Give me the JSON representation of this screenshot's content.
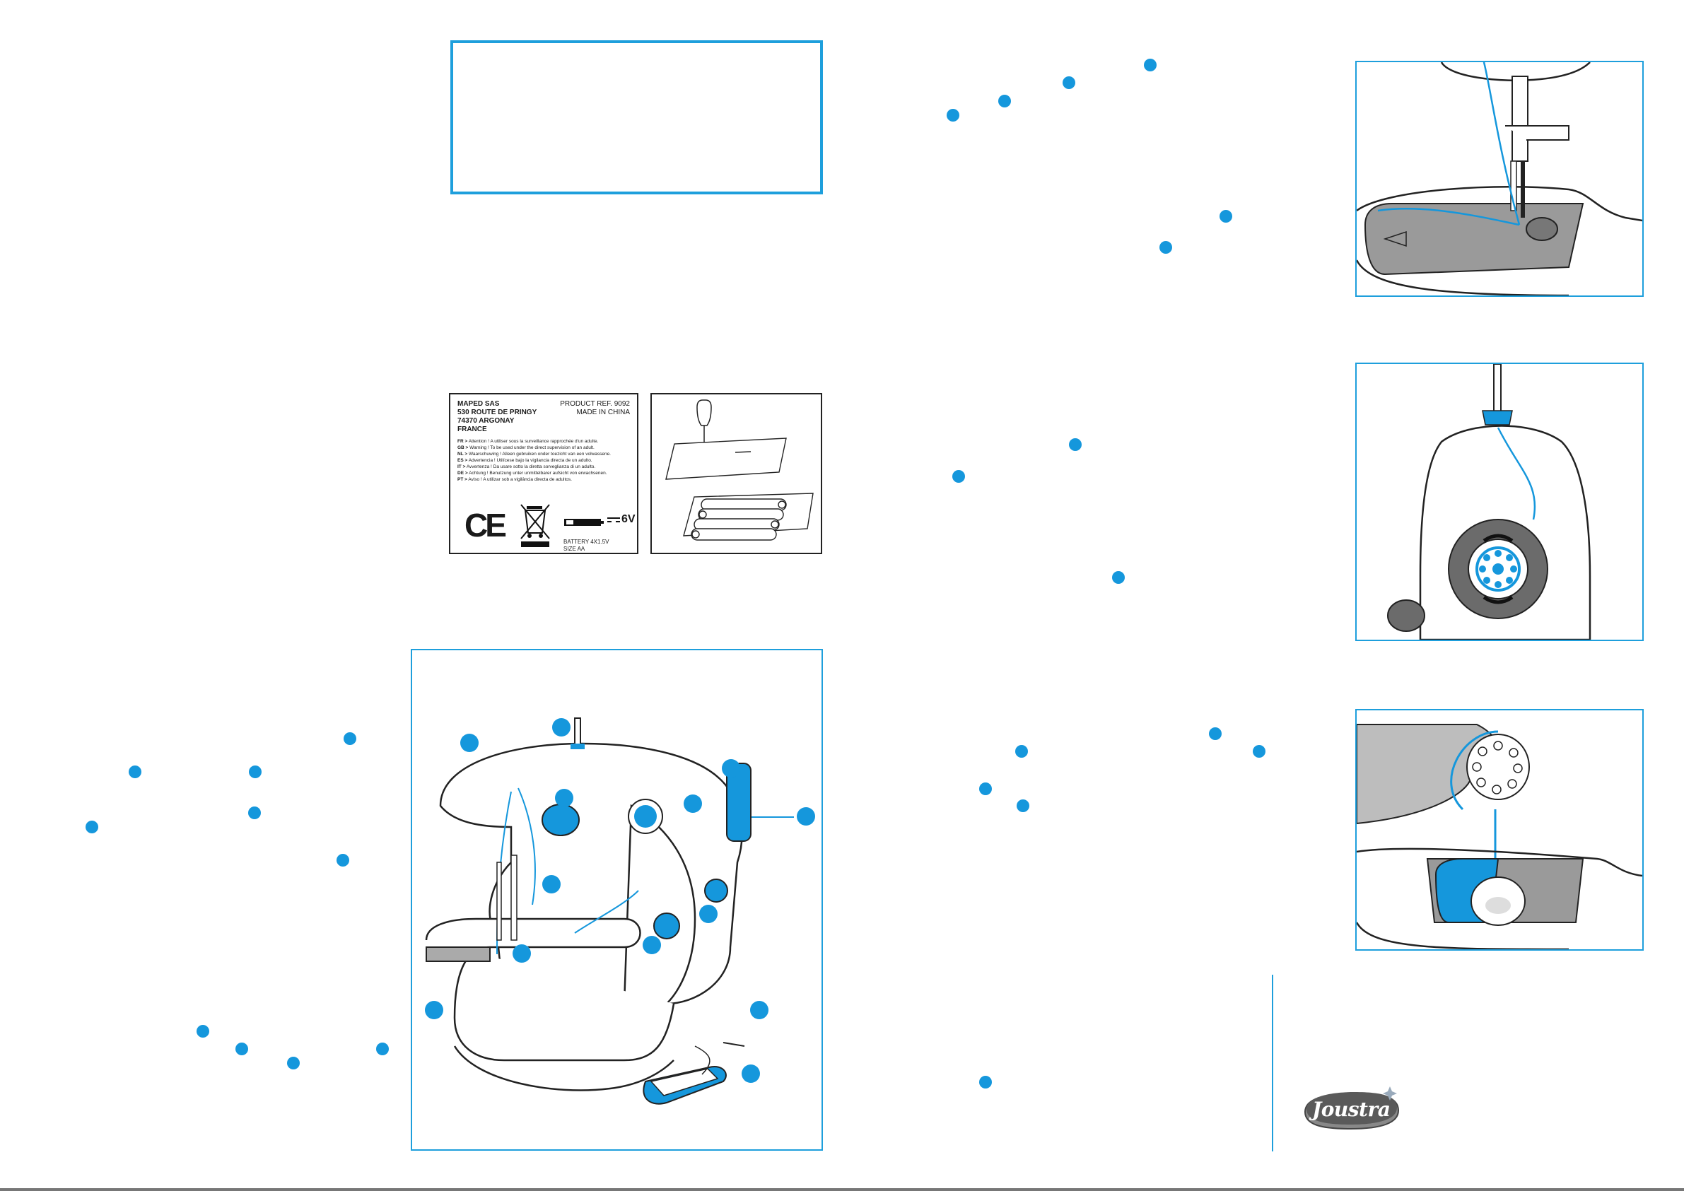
{
  "label": {
    "company": "MAPED SAS",
    "address1": "530 ROUTE DE PRINGY",
    "address2": "74370 ARGONAY",
    "country": "FRANCE",
    "product_ref": "PRODUCT REF. 9092",
    "made_in": "MADE IN CHINA",
    "warnings": [
      {
        "code": "FR >",
        "text": "Attention ! A utiliser sous la surveillance rapprochée d'un adulte."
      },
      {
        "code": "GB >",
        "text": "Warning ! To be used under the direct supervision of an adult."
      },
      {
        "code": "NL >",
        "text": "Waarschuwing ! Alleen gebruiken onder toezicht van een volwassene."
      },
      {
        "code": "ES >",
        "text": "Advertencia ! Utilícese bajo la vigilancia directa de un adulto."
      },
      {
        "code": "IT >",
        "text": "Avvertenza ! Da usare sotto la diretta sorveglianza di un adulto."
      },
      {
        "code": "DE >",
        "text": "Achtung ! Benutzung unter unmittelbarer aufsicht von erwachsenen."
      },
      {
        "code": "PT >",
        "text": "Aviso ! A utilizar sob a vigilância directa de adultos."
      }
    ],
    "ce_mark": "CE",
    "voltage": "6V",
    "battery_line1": "BATTERY 4X1.5V",
    "battery_line2": "SIZE  AA"
  },
  "brand": {
    "logo_text": "Joustra"
  },
  "colors": {
    "accent": "#1597dc",
    "frame": "#1e9fdc",
    "ink": "#1a1a1a",
    "grey": "#9a9a9a"
  }
}
